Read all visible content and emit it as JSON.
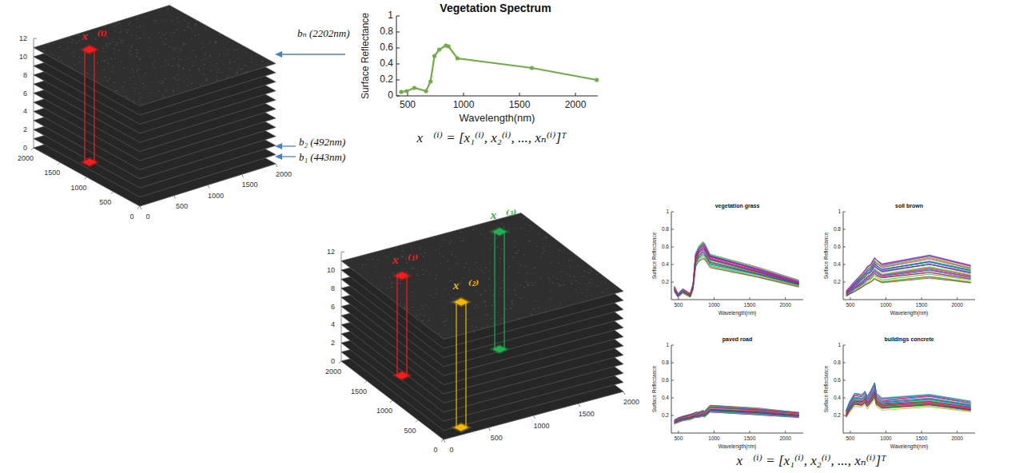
{
  "diagram": {
    "labels": [
      "12",
      "10",
      "8",
      "6",
      "4",
      "2",
      "0",
      "2000",
      "1500",
      "1000",
      "500",
      "0",
      "0",
      "500",
      "1000",
      "1500",
      "2000",
      "x⃗⁽ⁱ⁾",
      "bₙ (2202nm)",
      "b₂ (492nm)",
      "b₁ (443nm)",
      "Vegetation Spectrum",
      "Surface Reflectance",
      "Wavelength(nm)",
      "0",
      "0.2",
      "0.4",
      "0.6",
      "0.8",
      "1",
      "500",
      "1000",
      "1500",
      "2000",
      "x⃗⁽ⁱ⁾ = [x₁⁽ⁱ⁾, x₂⁽ⁱ⁾, ..., xₙ⁽ⁱ⁾]ᵀ",
      "12",
      "10",
      "8",
      "6",
      "4",
      "2",
      "0",
      "2000",
      "1500",
      "1000",
      "500",
      "0",
      "0",
      "500",
      "1000",
      "1500",
      "2000",
      "x⃗⁽¹⁾",
      "x⃗⁽²⁾",
      "x⃗⁽³⁾",
      "vegetation grass",
      "Surface Reflectance",
      "Wavelength(nm)",
      "0.2",
      "0.4",
      "0.6",
      "0.8",
      "1",
      "500",
      "1000",
      "1500",
      "2000",
      "soil brown",
      "Surface Reflectance",
      "Wavelength(nm)",
      "0.2",
      "0.4",
      "0.6",
      "0.8",
      "1",
      "500",
      "1000",
      "1500",
      "2000",
      "paved road",
      "Surface Reflectance",
      "Wavelength(nm)",
      "0.2",
      "0.4",
      "0.6",
      "0.8",
      "1",
      "500",
      "1000",
      "1500",
      "2000",
      "buildings concrete",
      "Surface Reflectance",
      "Wavelength(nm)",
      "0.2",
      "0.4",
      "0.6",
      "0.8",
      "1",
      "500",
      "1000",
      "1500",
      "2000",
      "x⃗⁽ⁱ⁾ = [x₁⁽ⁱ⁾, x₂⁽ⁱ⁾, ..., xₙ⁽ⁱ⁾]ᵀ"
    ]
  }
}
